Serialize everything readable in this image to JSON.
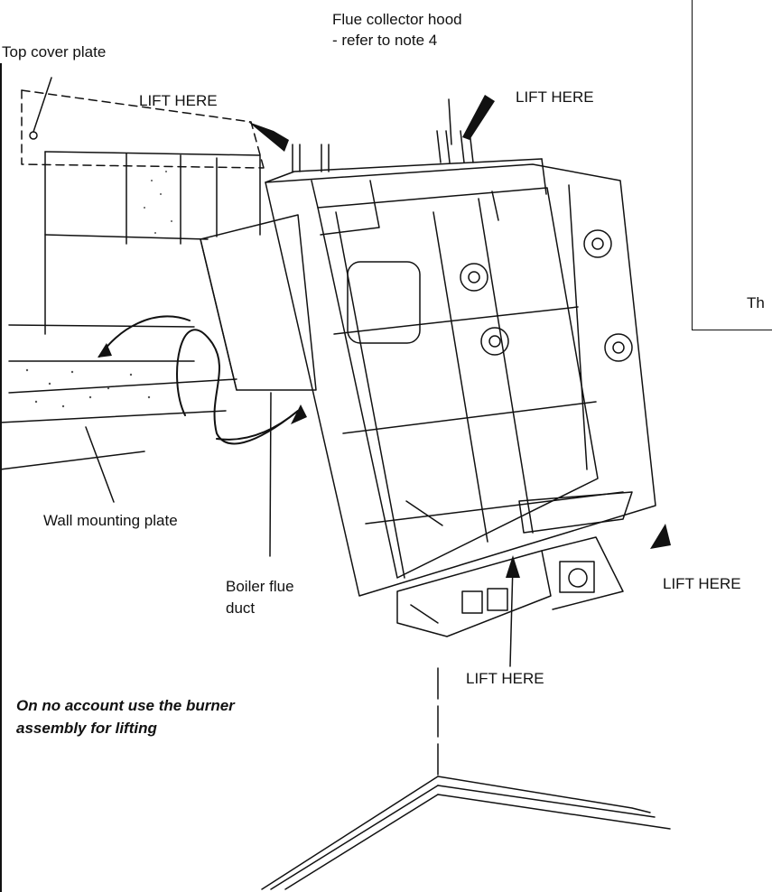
{
  "labels": {
    "flue_collector_hood_line1": "Flue collector hood",
    "flue_collector_hood_line2": "- refer to note 4",
    "top_cover_plate": "Top cover plate",
    "lift_here_top_left": "LIFT HERE",
    "lift_here_top_right": "LIFT HERE",
    "lift_here_right": "LIFT HERE",
    "lift_here_bottom": "LIFT HERE",
    "wall_mounting_plate": "Wall mounting plate",
    "boiler_flue_duct_line1": "Boiler flue",
    "boiler_flue_duct_line2": "duct",
    "warning_line1": "On no account use the burner",
    "warning_line2": "assembly for lifting",
    "right_panel_partial": "Th"
  },
  "colors": {
    "ink": "#111111",
    "paper": "#ffffff",
    "stipple": "#555555"
  }
}
